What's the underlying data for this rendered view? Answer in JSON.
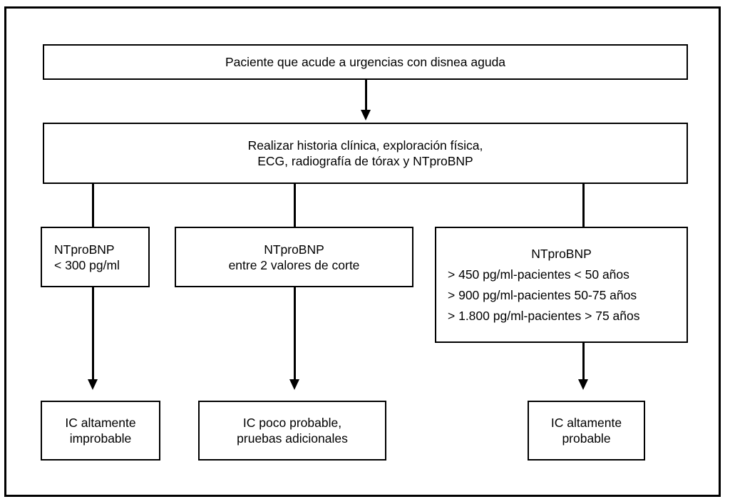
{
  "diagram": {
    "entry_box": {
      "text": "Paciente que acude a urgencias con disnea aguda"
    },
    "assessment_box": {
      "line1": "Realizar historia clínica, exploración física,",
      "line2": "ECG, radiografía de tórax y NTproBNP"
    },
    "branch_low": {
      "line1": "NTproBNP",
      "line2": "< 300 pg/ml"
    },
    "branch_mid": {
      "line1": "NTproBNP",
      "line2": "entre 2 valores de corte"
    },
    "branch_high": {
      "title": "NTproBNP",
      "criteria": [
        "> 450 pg/ml-pacientes < 50 años",
        "> 900 pg/ml-pacientes 50-75 años",
        "> 1.800 pg/ml-pacientes > 75 años"
      ]
    },
    "outcome_low": {
      "line1": "IC altamente",
      "line2": "improbable"
    },
    "outcome_mid": {
      "line1": "IC poco probable,",
      "line2": "pruebas adicionales"
    },
    "outcome_high": {
      "line1": "IC altamente",
      "line2": "probable"
    },
    "colors": {
      "line": "#000000",
      "background": "#ffffff",
      "text": "#000000"
    }
  }
}
